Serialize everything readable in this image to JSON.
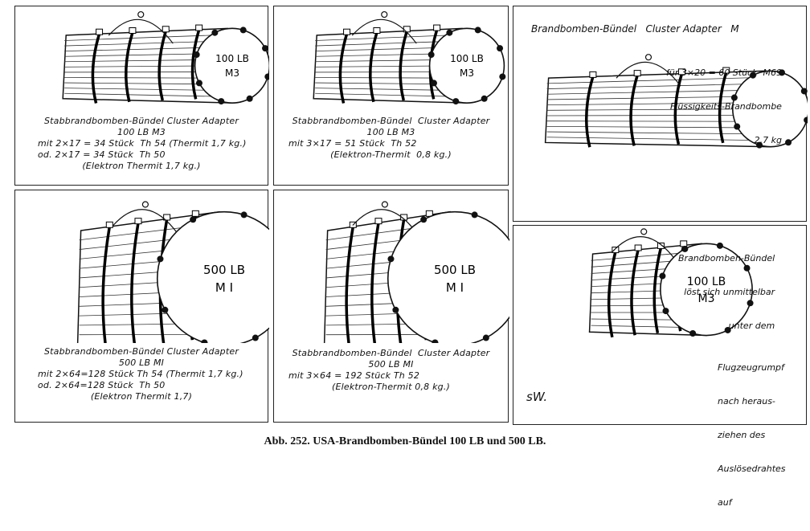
{
  "panels": {
    "p1": {
      "end_label": [
        "100 LB",
        "M3"
      ],
      "lines": [
        "Stabbrandbomben-Bündel Cluster Adapter",
        "100 LB M3",
        "mit 2×17 = 34 Stück  Th 54 (Thermit 1,7 kg.)",
        "od. 2×17 = 34 Stück  Th 50",
        "(Elektron Thermit 1,7 kg.)"
      ]
    },
    "p2": {
      "end_label": [
        "100 LB",
        "M3"
      ],
      "lines": [
        "Stabbrandbomben-Bündel  Cluster Adapter",
        "100 LB M3",
        "mit 3×17 = 51 Stück  Th 52",
        "(Elektron-Thermit  0,8 kg.)"
      ]
    },
    "p3": {
      "title": "Brandbomben-Bündel   Cluster Adapter   M",
      "note": [
        "für 3×20 = 60 Stück  M69",
        "Flüssigkeits-Brandbombe",
        "2,7 kg"
      ]
    },
    "p4": {
      "end_label": [
        "500 LB",
        "M I"
      ],
      "lines": [
        "Stabbrandbomben-Bündel Cluster Adapter",
        "500 LB MI",
        "mit 2×64=128 Stück Th 54 (Thermit 1,7 kg.)",
        "od. 2×64=128 Stück  Th 50",
        "(Elektron Thermit 1,7)"
      ]
    },
    "p5": {
      "end_label": [
        "500 LB",
        "M I"
      ],
      "lines": [
        "Stabbrandbomben-Bündel  Cluster Adapter",
        "500 LB MI",
        "mit 3×64 = 192 Stück Th 52",
        "(Elektron-Thermit 0,8 kg.)"
      ]
    },
    "p6": {
      "end_label": [
        "100 LB",
        "M3"
      ],
      "note_top": [
        "Brandbomben-Bündel",
        "löst sich unmittelbar",
        "unter dem"
      ],
      "note_bottom": [
        "Flugzeugrumpf",
        "nach heraus-",
        "ziehen des",
        "Auslösedrahtes",
        "auf"
      ],
      "signature": "sW."
    }
  },
  "caption": "Abb. 252. USA-Brandbomben-Bündel 100 LB und 500 LB."
}
